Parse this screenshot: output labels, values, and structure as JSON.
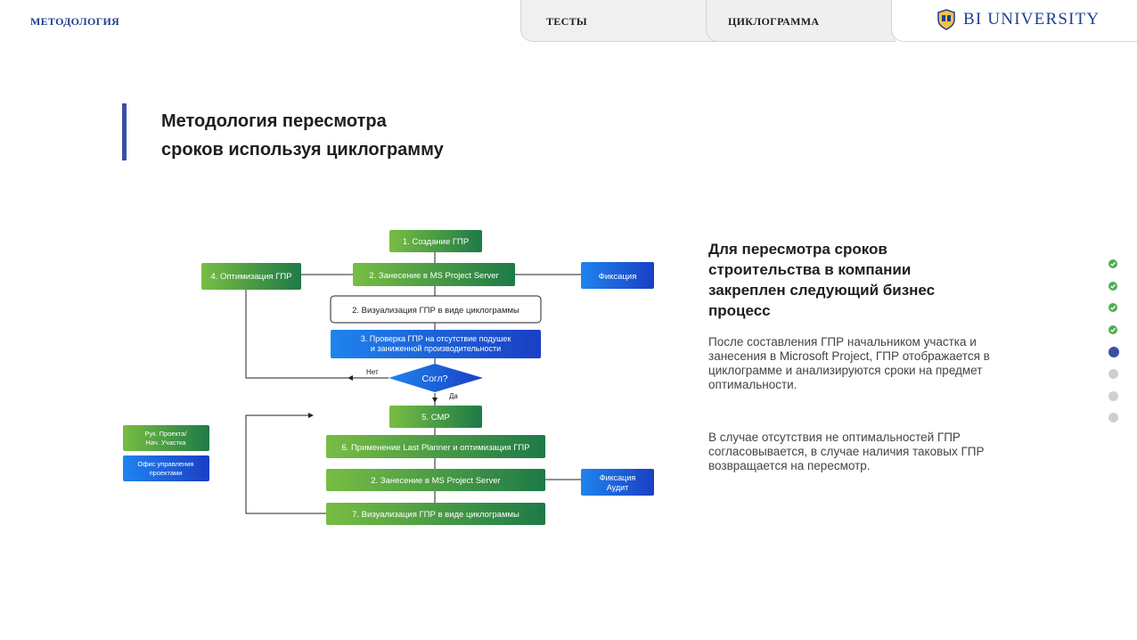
{
  "nav": {
    "active_tab": "МЕТОДОЛОГИЯ",
    "tabs": [
      "ТЕСТЫ",
      "ЦИКЛОГРАММА"
    ],
    "brand": "BI UNIVERSITY"
  },
  "page": {
    "title_line1": "Методология пересмотра",
    "title_line2": "сроков используя циклограмму"
  },
  "flow": {
    "n1": "1. Создание ГПР",
    "n2": "2. Занесение в MS Project Server",
    "n_opt": "4. Оптимизация ГПР",
    "n_fix": "Фиксация",
    "n_vis": "2. Визуализация ГПР в виде циклограммы",
    "n3a": "3. Проверка ГПР на отсутствие подушек",
    "n3b": "и заниженной производительности",
    "decision": "Согл?",
    "no": "Нет",
    "yes": "Да",
    "n5": "5. СМР",
    "n6": "6. Применение Last Planner и оптимизация ГПР",
    "n2b": "2. Занесение в MS Project Server",
    "n_fix2a": "Фиксация",
    "n_fix2b": "Аудит",
    "n7": "7. Визуализация ГПР в виде циклограммы",
    "legend_green_a": "Рук. Проекта/",
    "legend_green_b": "Нач. Участка",
    "legend_blue_a": "Офис управления",
    "legend_blue_b": "проектами"
  },
  "side": {
    "heading_lines": [
      "Для пересмотра сроков",
      "строительства в компании",
      "закреплен следующий бизнес",
      "процесс"
    ],
    "p1": "После составления ГПР начальником участка и занесения в Microsoft Project, ГПР отображается в циклограмме и анализируются сроки на предмет оптимальности.",
    "p2": "В случае отсутствия не оптимальностей ГПР согласовывается, в случае наличия таковых ГПР возвращается на пересмотр."
  },
  "progress": {
    "total": 8,
    "completed": 4,
    "current_index": 4,
    "colors": {
      "done": "#4caf50",
      "current": "#3b4ea5",
      "todo": "#cfcfcf"
    }
  },
  "colors": {
    "accent": "#3b4ea5",
    "green": "#3f9f45",
    "blue": "#1f63e0"
  }
}
